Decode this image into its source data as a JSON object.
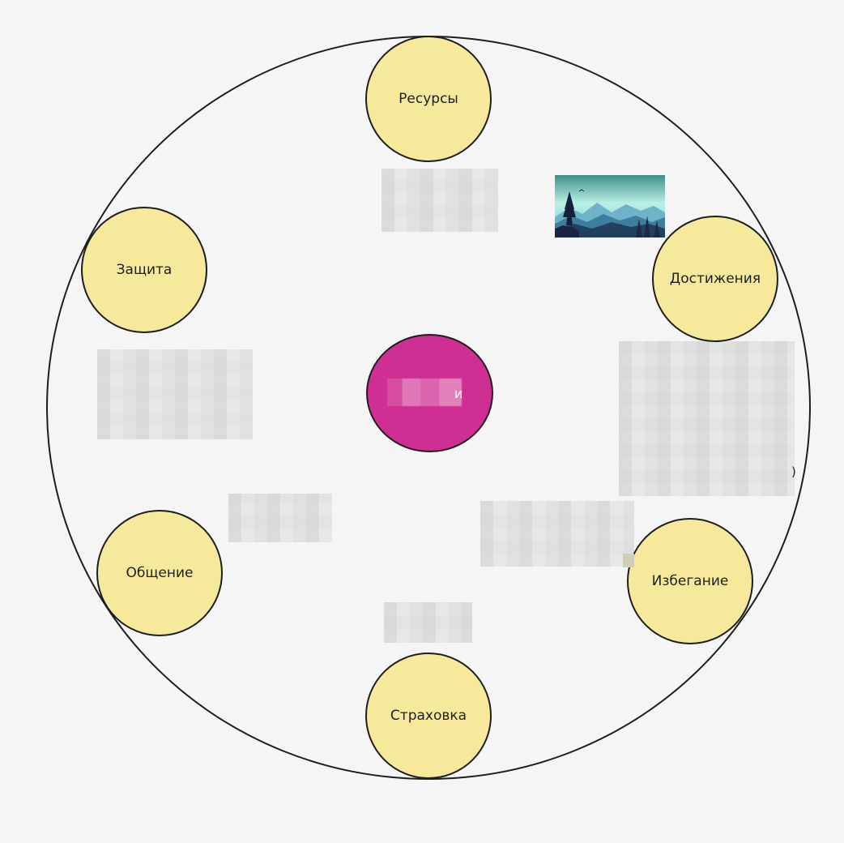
{
  "colors": {
    "background": "#f5f5f5",
    "stroke": "#1e1e1e",
    "node_fill": "#f7e99c",
    "center_fill": "#cf2f92",
    "text": "#1e1e1e"
  },
  "center": {
    "label_glyph": "и"
  },
  "nodes": [
    {
      "label": "Ресурсы"
    },
    {
      "label": "Защита"
    },
    {
      "label": "Достижения"
    },
    {
      "label": "Общение"
    },
    {
      "label": "Избегание"
    },
    {
      "label": "Страховка"
    }
  ],
  "stray_glyph": ")",
  "image": {
    "icon": "mountain-landscape-image"
  }
}
